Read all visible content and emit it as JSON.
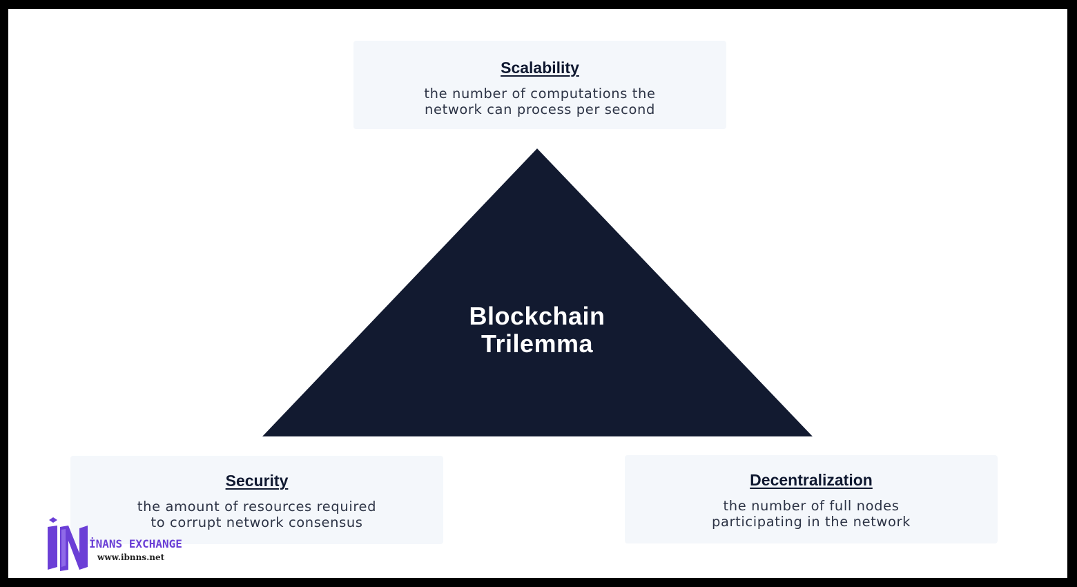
{
  "diagram": {
    "center_title_line1": "Blockchain",
    "center_title_line2": "Trilemma",
    "triangle_color": "#121a30",
    "card_background": "#f4f7fb"
  },
  "cards": {
    "scalability": {
      "title": "Scalability",
      "line1": "the number of computations the",
      "line2": "network can process per second"
    },
    "security": {
      "title": "Security",
      "line1": "the amount of resources required",
      "line2": "to corrupt network consensus"
    },
    "decentralization": {
      "title": "Decentralization",
      "line1": "the number of full nodes",
      "line2": "participating in the network"
    }
  },
  "watermark": {
    "brand": "İNANS EXCHANGE",
    "url": "www.ibnns.net",
    "brand_color": "#6b3fd6"
  }
}
